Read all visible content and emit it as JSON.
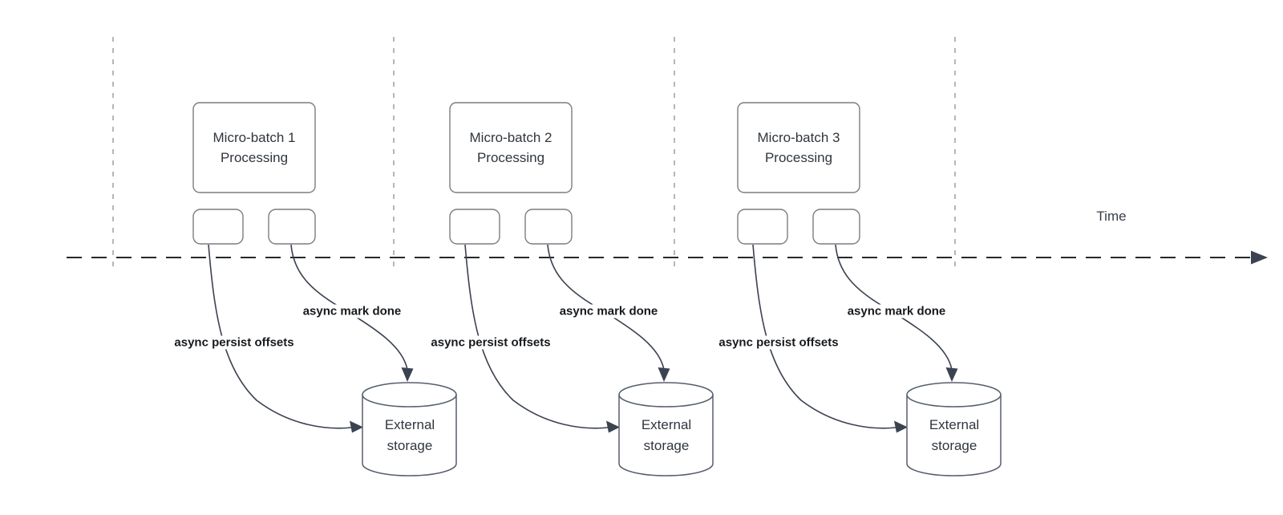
{
  "diagram": {
    "timeline_label": "Time",
    "batches": [
      {
        "title": "Micro-batch 1\nProcessing",
        "persist_label": "async persist offsets",
        "done_label": "async mark done",
        "storage_label": "External\nstorage"
      },
      {
        "title": "Micro-batch 2\nProcessing",
        "persist_label": "async persist offsets",
        "done_label": "async mark done",
        "storage_label": "External\nstorage"
      },
      {
        "title": "Micro-batch 3\nProcessing",
        "persist_label": "async persist offsets",
        "done_label": "async mark done",
        "storage_label": "External\nstorage"
      }
    ],
    "colors": {
      "arrow": "#3c4350",
      "box_border": "#7d7d7d",
      "cylinder_border": "#565f6c",
      "guide_dashed": "#b4b6b8",
      "timeline": "#26282b",
      "box_text": "#30363d",
      "label_text": "#16191d"
    }
  }
}
